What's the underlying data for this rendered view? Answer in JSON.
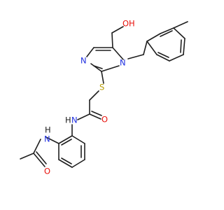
{
  "molecule": {
    "atom_labels": {
      "hydroxyl": "OH",
      "imidazole_n_left": "N",
      "imidazole_n_right": "N",
      "sulfur": "S",
      "amide_oxygen": "O",
      "amide_nh": "N",
      "amide_h": "H",
      "acetamide_nh": "N",
      "acetamide_h": "H",
      "acetyl_oxygen": "O"
    },
    "colors": {
      "bond": "#1f1f1f",
      "oxygen": "#e8120c",
      "nitrogen": "#1f2fe0",
      "sulfur": "#b59a00"
    }
  }
}
